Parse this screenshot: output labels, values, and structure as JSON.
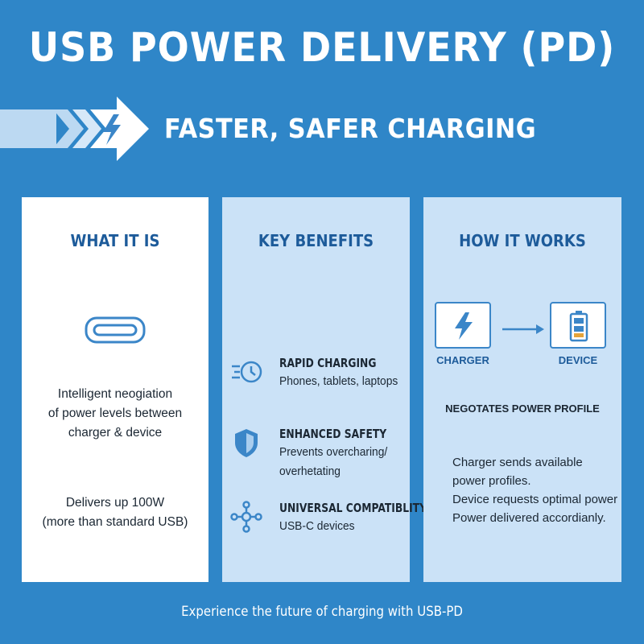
{
  "header": {
    "title": "USB POWER DELIVERY (PD)",
    "subtitle": "FASTER, SAFER CHARGING",
    "icon": "lightning-bolt-icon"
  },
  "colors": {
    "background": "#2f86c8",
    "panel_light": "#cbe2f7",
    "heading": "#1d5b9a",
    "icon_blue": "#3b86c8"
  },
  "what_it_is": {
    "heading": "WHAT IT IS",
    "icon": "usb-c-port-icon",
    "description": [
      "Intelligent neogiation",
      "of power levels between",
      "charger & device"
    ],
    "delivery": [
      "Delivers up 100W",
      "(more than standard USB)"
    ]
  },
  "key_benefits": {
    "heading": "KEY BENEFITS",
    "items": [
      {
        "icon": "fast-clock-icon",
        "title": "RAPID CHARGING",
        "desc": [
          "Phones, tablets, laptops"
        ]
      },
      {
        "icon": "shield-icon",
        "title": "ENHANCED SAFETY",
        "desc": [
          "Prevents overcharing/",
          "overhetating"
        ]
      },
      {
        "icon": "network-hub-icon",
        "title": "UNIVERSAL COMPATIBLITY",
        "desc": [
          "USB-C devices"
        ]
      }
    ]
  },
  "how_it_works": {
    "heading": "HOW IT WORKS",
    "charger_label": "CHARGER",
    "device_label": "DEVICE",
    "negotiates": "NEGOTATES POWER PROFILE",
    "steps": [
      "Charger sends available",
      "power profiles.",
      "Device requests optimal power",
      "Power delivered accordianly."
    ]
  },
  "footer": {
    "text": "Experience the future of charging with USB-PD"
  }
}
